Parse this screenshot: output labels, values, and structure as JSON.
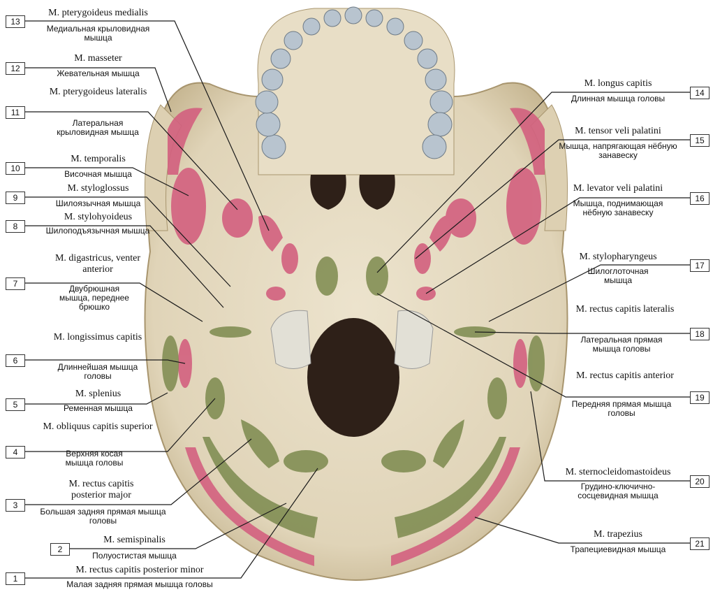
{
  "labels": [
    {
      "n": "13",
      "lat": "M. pterygoideus medialis",
      "rus": "Медиальная крыловидная мышца"
    },
    {
      "n": "12",
      "lat": "M. masseter",
      "rus": "Жевательная мышца"
    },
    {
      "n": "11",
      "lat": "M. pterygoideus lateralis",
      "rus": "Латеральная крыловидная мышца"
    },
    {
      "n": "10",
      "lat": "M. temporalis",
      "rus": "Височная мышца"
    },
    {
      "n": "9",
      "lat": "M. styloglossus",
      "rus": "Шилоязычная мышца"
    },
    {
      "n": "8",
      "lat": "M. stylohyoideus",
      "rus": "Шилоподъязычная мышца"
    },
    {
      "n": "7",
      "lat": "M. digastricus, venter anterior",
      "rus": "Двубрюшная мышца, переднее брюшко"
    },
    {
      "n": "6",
      "lat": "M. longissimus capitis",
      "rus": "Длиннейшая мышца головы"
    },
    {
      "n": "5",
      "lat": "M. splenius",
      "rus": "Ременная мышца"
    },
    {
      "n": "4",
      "lat": "M. obliquus capitis superior",
      "rus": "Верхняя косая мышца головы"
    },
    {
      "n": "3",
      "lat": "M. rectus capitis posterior major",
      "rus": "Большая задняя прямая мышца головы"
    },
    {
      "n": "2",
      "lat": "M. semispinalis",
      "rus": "Полуостистая мышца"
    },
    {
      "n": "1",
      "lat": "M. rectus capitis posterior minor",
      "rus": "Малая задняя прямая мышца головы"
    },
    {
      "n": "14",
      "lat": "M. longus capitis",
      "rus": "Длинная мышца головы"
    },
    {
      "n": "15",
      "lat": "M. tensor veli palatini",
      "rus": "Мышца, напрягающая нёбную занавеску"
    },
    {
      "n": "16",
      "lat": "M. levator veli palatini",
      "rus": "Мышца, поднимающая нёбную занавеску"
    },
    {
      "n": "17",
      "lat": "M. stylopharyngeus",
      "rus": "Шилоглоточная мышца"
    },
    {
      "n": "18",
      "lat": "M. rectus capitis lateralis",
      "rus": "Латеральная прямая мышца головы"
    },
    {
      "n": "19",
      "lat": "M. rectus capitis anterior",
      "rus": "Передняя прямая мышца головы"
    },
    {
      "n": "20",
      "lat": "M. sternocleidomastoideus",
      "rus": "Грудино-ключично-сосцевидная мышца"
    },
    {
      "n": "21",
      "lat": "M. trapezius",
      "rus": "Трапециевидная мышца"
    }
  ],
  "colors": {
    "bone": "#e6dcc4",
    "bone_shadow": "#c9bb9c",
    "muscle_red": "#d3607f",
    "muscle_green": "#7c8a4e",
    "tooth": "#b8c4cf",
    "dark": "#2e2018"
  }
}
